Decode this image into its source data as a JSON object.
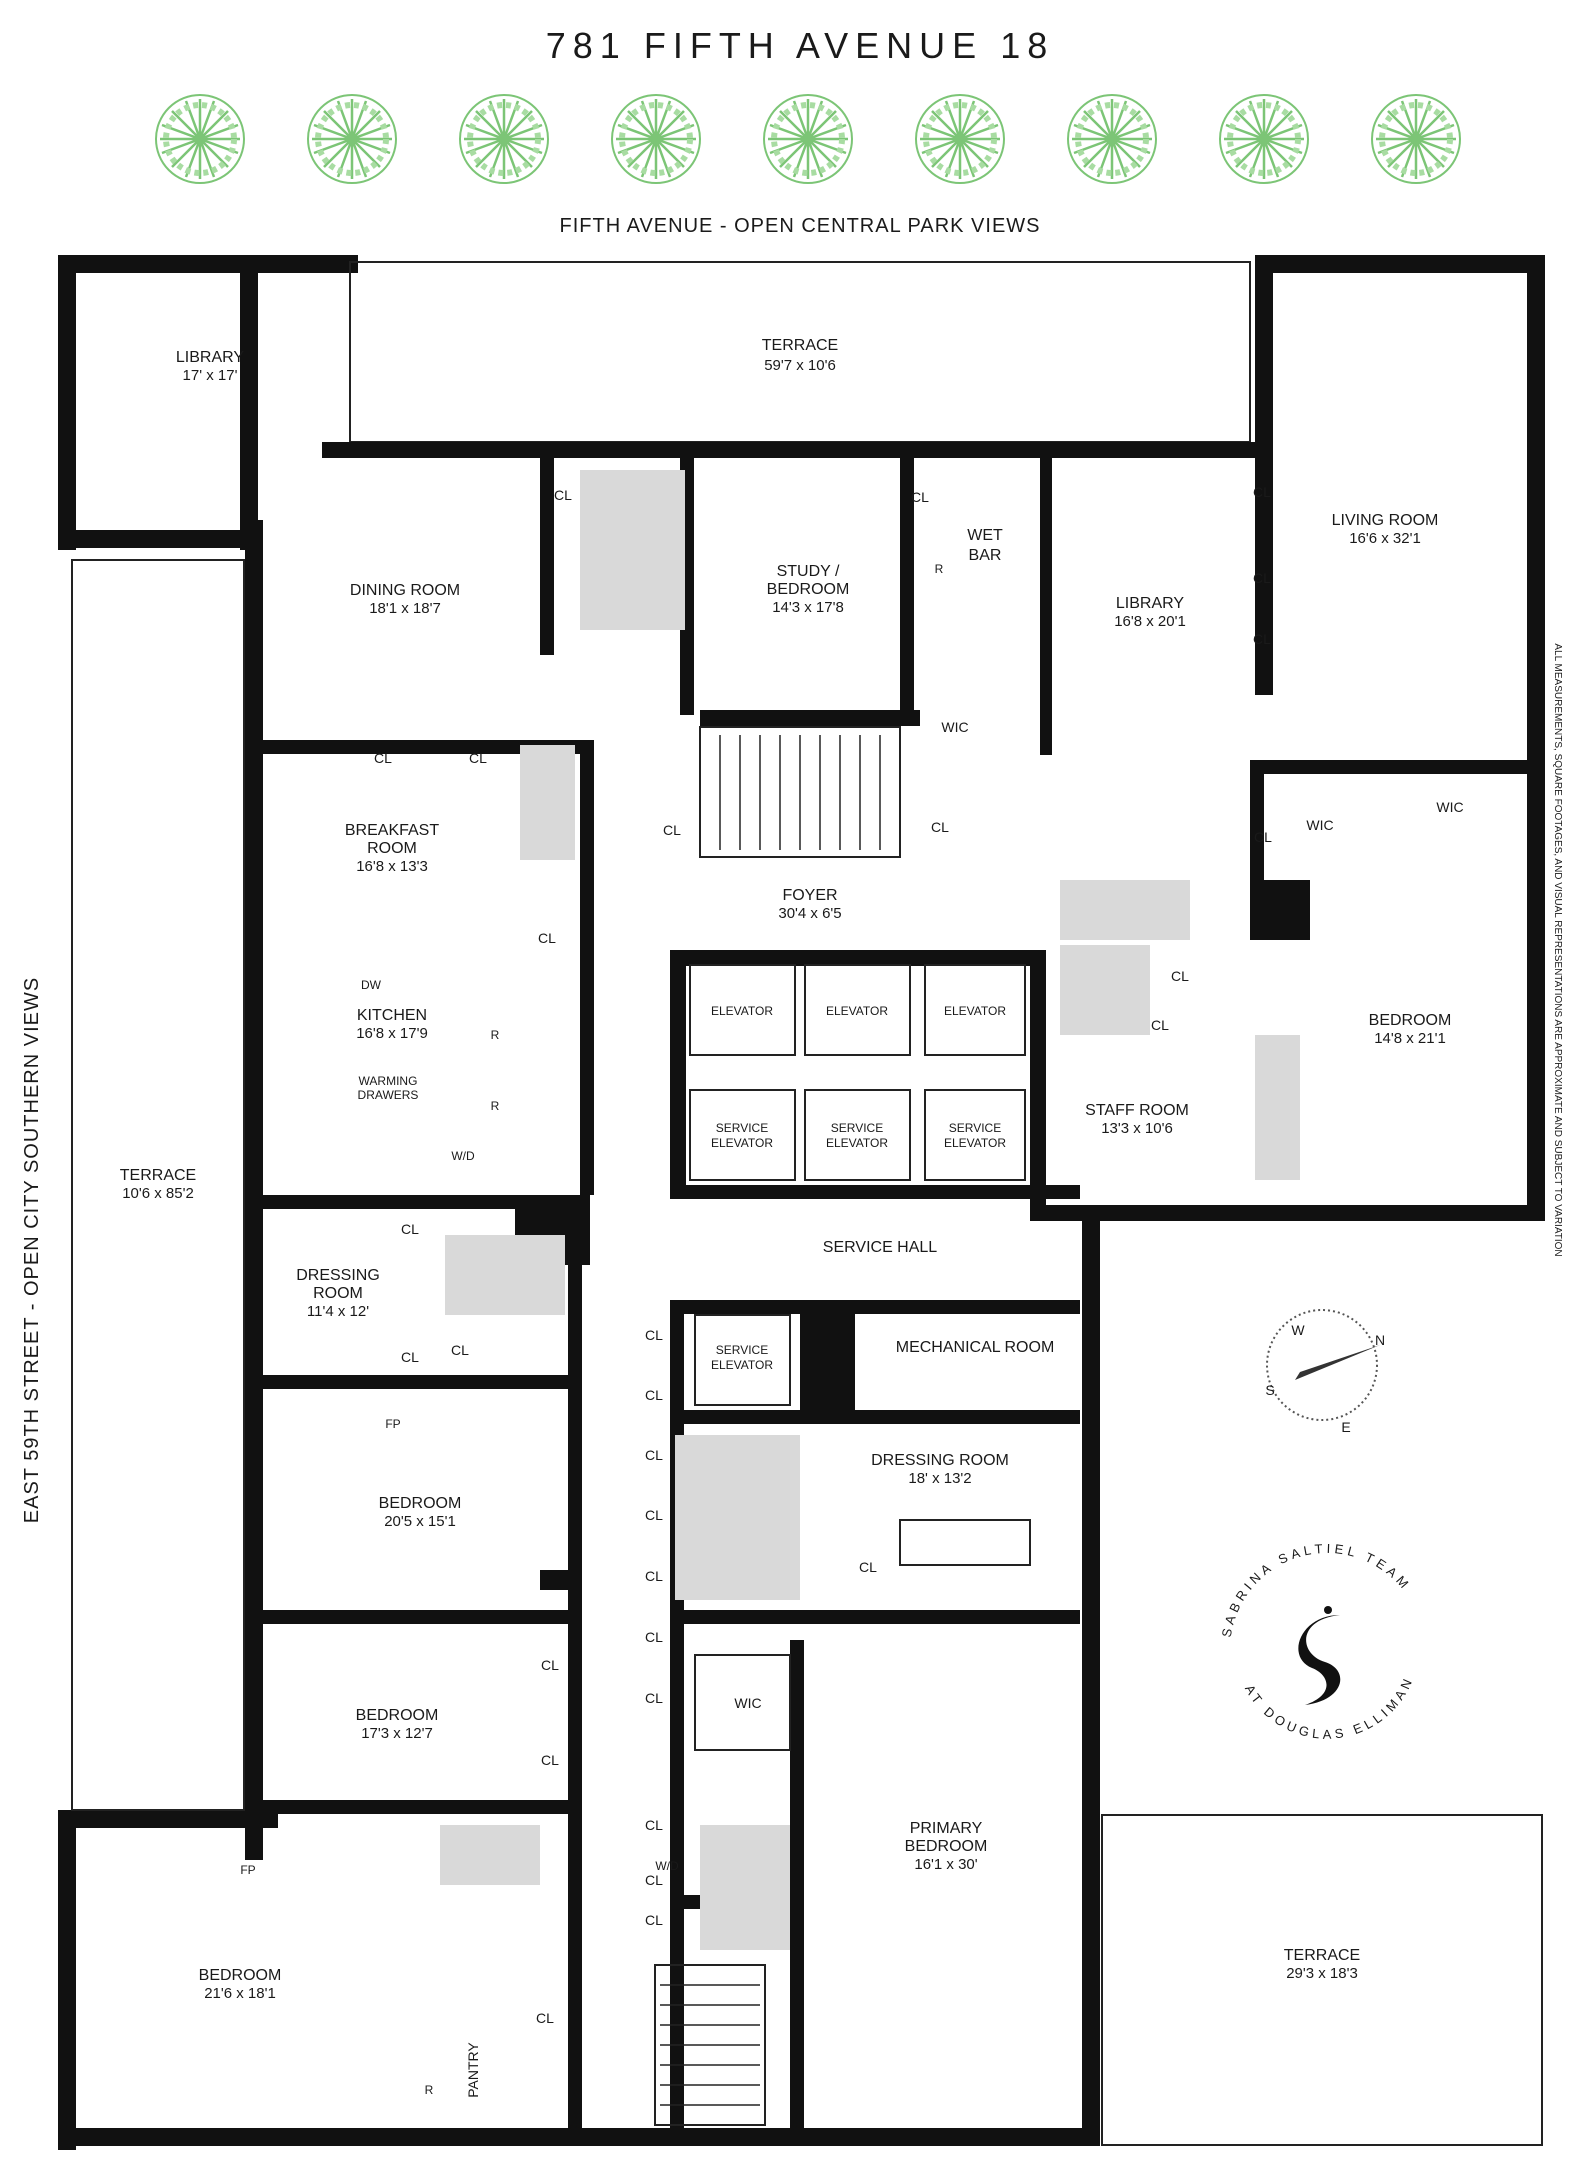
{
  "title": "781 FIFTH AVENUE 18",
  "street_top": "FIFTH AVENUE - OPEN CENTRAL PARK VIEWS",
  "street_left": "EAST 59TH STREET - OPEN CITY SOUTHERN VIEWS",
  "disclaimer": "ALL MEASUREMENTS, SQUARE FOOTAGES, AND VISUAL REPRESENTATIONS ARE APPROXIMATE AND SUBJECT TO VARIATION",
  "rooms": {
    "library_nw": {
      "name": "LIBRARY",
      "dim": "17' x 17'"
    },
    "terrace_top": {
      "name": "TERRACE",
      "dim": "59'7 x 10'6"
    },
    "living_room": {
      "name": "LIVING ROOM",
      "dim": "16'6 x 32'1"
    },
    "dining_room": {
      "name": "DINING ROOM",
      "dim": "18'1 x 18'7"
    },
    "study": {
      "name1": "STUDY /",
      "name2": "BEDROOM",
      "dim": "14'3 x 17'8"
    },
    "wet_bar": {
      "name1": "WET",
      "name2": "BAR"
    },
    "library_e": {
      "name": "LIBRARY",
      "dim": "16'8 x 20'1"
    },
    "breakfast": {
      "name1": "BREAKFAST",
      "name2": "ROOM",
      "dim": "16'8 x 13'3"
    },
    "foyer": {
      "name": "FOYER",
      "dim": "30'4 x 6'5"
    },
    "kitchen": {
      "name": "KITCHEN",
      "dim": "16'8 x 17'9"
    },
    "bedroom_e": {
      "name": "BEDROOM",
      "dim": "14'8 x 21'1"
    },
    "staff_room": {
      "name": "STAFF ROOM",
      "dim": "13'3 x 10'6"
    },
    "terrace_w": {
      "name": "TERRACE",
      "dim": "10'6 x 85'2"
    },
    "dressing_w": {
      "name1": "DRESSING",
      "name2": "ROOM",
      "dim": "11'4 x 12'"
    },
    "service_hall": {
      "name": "SERVICE HALL"
    },
    "mechanical": {
      "name": "MECHANICAL ROOM"
    },
    "dressing_c": {
      "name": "DRESSING ROOM",
      "dim": "18' x 13'2"
    },
    "bedroom_2": {
      "name": "BEDROOM",
      "dim": "20'5 x 15'1"
    },
    "bedroom_3": {
      "name": "BEDROOM",
      "dim": "17'3 x 12'7"
    },
    "primary": {
      "name1": "PRIMARY",
      "name2": "BEDROOM",
      "dim": "16'1 x 30'"
    },
    "bedroom_sw": {
      "name": "BEDROOM",
      "dim": "21'6 x 18'1"
    },
    "terrace_se": {
      "name": "TERRACE",
      "dim": "29'3 x 18'3"
    },
    "pantry": {
      "name": "PANTRY"
    }
  },
  "labels": {
    "cl": "CL",
    "wic": "WIC",
    "elevator": "ELEVATOR",
    "service": "SERVICE",
    "fp": "FP",
    "dw": "DW",
    "r": "R",
    "wd": "W/D",
    "warming1": "WARMING",
    "warming2": "DRAWERS"
  },
  "compass": [
    "W",
    "N",
    "S",
    "E"
  ],
  "brand": {
    "top": "SABRINA SALTIEL TEAM",
    "bottom": "AT DOUGLAS ELLIMAN"
  },
  "colors": {
    "wall": "#111111",
    "tree": "#7cc576",
    "bath": "#d9d9d9"
  }
}
